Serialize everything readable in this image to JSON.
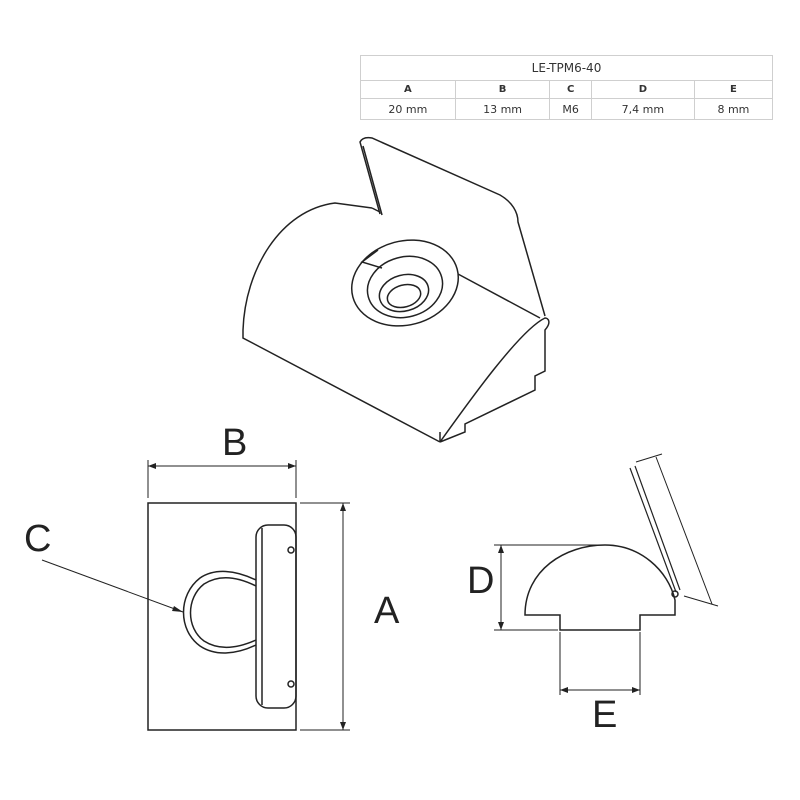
{
  "spec_table": {
    "title": "LE-TPM6-40",
    "headers": [
      "A",
      "B",
      "C",
      "D",
      "E"
    ],
    "values": [
      "20 mm",
      "13 mm",
      "M6",
      "7,4 mm",
      "8 mm"
    ]
  },
  "labels": {
    "a": "A",
    "b": "B",
    "c": "C",
    "d": "D",
    "e": "E"
  }
}
